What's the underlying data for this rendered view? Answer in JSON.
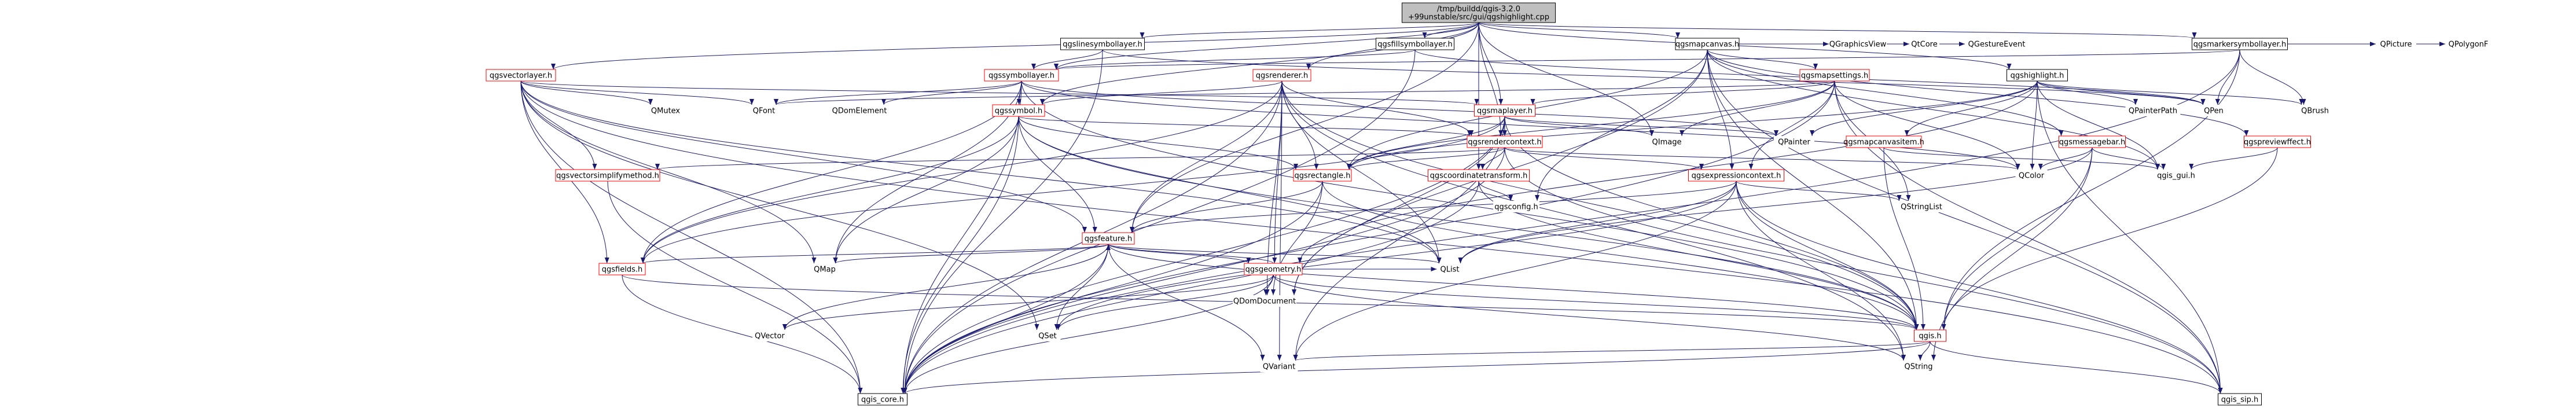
{
  "colors": {
    "edge": "#191970",
    "root_fill": "#bfbfbf",
    "node_border": "#000000",
    "link_border": "#ff0000"
  },
  "nodes": {
    "root": "/tmp/buildd/qgis-3.2.0\n+99unstable/src/gui/qgshighlight.cpp",
    "qgslinesymbollayer": "qgslinesymbollayer.h",
    "qgsfillsymbollayer": "qgsfillsymbollayer.h",
    "qgsmapcanvas": "qgsmapcanvas.h",
    "qgsmarkersymbollayer": "qgsmarkersymbollayer.h",
    "qgsvectorlayer": "qgsvectorlayer.h",
    "qgssymbollayer": "qgssymbollayer.h",
    "qgsrenderer": "qgsrenderer.h",
    "qgsmapsettings": "qgsmapsettings.h",
    "qgshighlight": "qgshighlight.h",
    "qgsgraphicsview": "QGraphicsView",
    "qtcore": "QtCore",
    "qgestureevent": "QGestureEvent",
    "qpicture": "QPicture",
    "qpolygonf": "QPolygonF",
    "qgssymbol": "qgssymbol.h",
    "qgsmaplayer": "qgsmaplayer.h",
    "qmutex": "QMutex",
    "qfont": "QFont",
    "qdomelement": "QDomElement",
    "qpen": "QPen",
    "qbrush": "QBrush",
    "qpainterpath": "QPainterPath",
    "qgsrendercontext": "qgsrendercontext.h",
    "qimage": "QImage",
    "qpainter": "QPainter",
    "qgsmapcanvasitem": "qgsmapcanvasitem.h",
    "qgsmessagebar": "qgsmessagebar.h",
    "qgspreviewffect": "qgspreviewffect.h",
    "qgsvectorsimplifymethod": "qgsvectorsimplifymethod.h",
    "qgsrectangle": "qgsrectangle.h",
    "qgscoordinatetransform": "qgscoordinatetransform.h",
    "qgsexpressioncontext": "qgsexpressioncontext.h",
    "qcolor": "QColor",
    "qgis_gui": "qgis_gui.h",
    "qgsconfig": "qgsconfig.h",
    "qstringlist": "QStringList",
    "qgsfeature": "qgsfeature.h",
    "qgsfields": "qgsfields.h",
    "qmap": "QMap",
    "qlist": "QList",
    "qgsgeometry": "qgsgeometry.h",
    "qdomdocument": "QDomDocument",
    "qgis": "qgis.h",
    "qvector": "QVector",
    "qset": "QSet",
    "qvariant": "QVariant",
    "qstring": "QString",
    "qgis_core": "qgis_core.h",
    "qgis_sip": "qgis_sip.h"
  }
}
